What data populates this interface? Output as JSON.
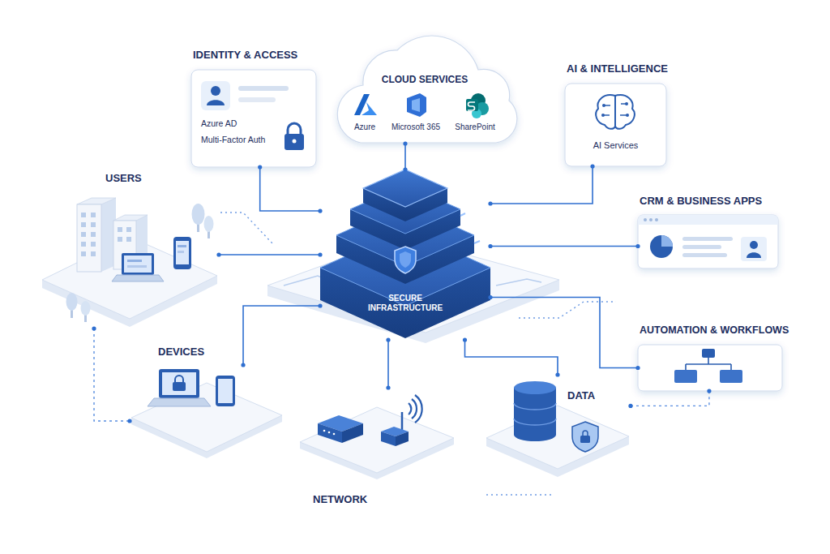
{
  "diagram": {
    "nodes": [
      {
        "text": [
          "IDENTITY & ACCESS",
          "Azure AD",
          "Multi-Factor Auth"
        ]
      },
      {
        "text": [
          "CLOUD SERVICES",
          "Azure",
          "Microsoft 365",
          "SharePoint"
        ]
      },
      {
        "text": [
          "AI & INTELLIGENCE",
          "AI Services"
        ]
      },
      {
        "text": [
          "USERS"
        ]
      },
      {
        "text": [
          "CRM & BUSINESS APPS"
        ]
      },
      {
        "text": [
          "SECURE INFRASTRUCTURE"
        ]
      },
      {
        "text": [
          "AUTOMATION & WORKFLOWS"
        ]
      },
      {
        "text": [
          "DEVICES"
        ]
      },
      {
        "text": [
          "DATA"
        ]
      },
      {
        "text": [
          "NETWORK"
        ]
      }
    ],
    "edges": [
      {
        "from": 5,
        "to": 0,
        "arrow": "none"
      },
      {
        "from": 5,
        "to": 1,
        "arrow": "none"
      },
      {
        "from": 5,
        "to": 2,
        "arrow": "none"
      },
      {
        "from": 5,
        "to": 3,
        "arrow": "none"
      },
      {
        "from": 5,
        "to": 4,
        "arrow": "none"
      },
      {
        "from": 5,
        "to": 6,
        "arrow": "none"
      },
      {
        "from": 5,
        "to": 7,
        "arrow": "none"
      },
      {
        "from": 5,
        "to": 8,
        "arrow": "none"
      },
      {
        "from": 5,
        "to": 9,
        "arrow": "none"
      },
      {
        "from": 3,
        "to": 7,
        "arrow": "none"
      },
      {
        "from": 8,
        "to": 6,
        "arrow": "none"
      }
    ]
  }
}
